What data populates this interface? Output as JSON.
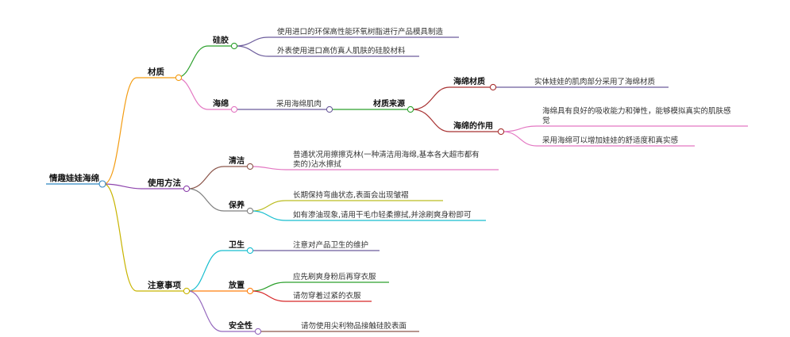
{
  "root": {
    "label": "情趣娃娃海绵"
  },
  "colors": {
    "root": "#2e86c1",
    "material": "#f39c12",
    "usage": "#8e44ad",
    "notes": "#c8b400",
    "silicone": "#2ca02c",
    "silicone_leaves": "#6c5c9c",
    "sponge": "#e377c2",
    "source": "#2ca02c",
    "source_children": "#a83232",
    "sponge_material_leaf": "#6c5c9c",
    "sponge_effect_leaves": "#e377c2",
    "clean": "#8c564b",
    "clean_leaf": "#e377c2",
    "care": "#7f7f7f",
    "care_leaf1": "#bcbd22",
    "care_leaf2": "#17becf",
    "hygiene": "#17becf",
    "hygiene_leaf": "#6c5c9c",
    "placement": "#ff7f0e",
    "placement_leaf1": "#2ca02c",
    "placement_leaf2": "#d62728",
    "safety": "#9467bd",
    "safety_leaf": "#8c564b"
  },
  "branches": {
    "material": {
      "label": "材质",
      "silicone": {
        "label": "硅胶",
        "leaves": [
          "使用进口的环保高性能环氧树脂进行产品模具制造",
          "外表使用进口高仿真人肌肤的硅胶材料"
        ]
      },
      "sponge": {
        "label": "海绵",
        "leaf": "采用海绵肌肉",
        "source": {
          "label": "材质来源",
          "sponge_material": {
            "label": "海绵材质",
            "leaf": "实体娃娃的肌肉部分采用了海绵材质"
          },
          "sponge_effect": {
            "label": "海绵的作用",
            "leaf1_line1": "海绵具有良好的吸收能力和弹性，能够模拟真实的肌肤感",
            "leaf1_line2": "觉",
            "leaf2": "采用海绵可以增加娃娃的舒适度和真实感"
          }
        }
      }
    },
    "usage": {
      "label": "使用方法",
      "clean": {
        "label": "清洁",
        "leaf_line1": "普通状况用擦擦克林(一种清洁用海绵,基本各大超市都有",
        "leaf_line2": "卖的)沾水擦拭"
      },
      "care": {
        "label": "保养",
        "leaves": [
          "长期保持弯曲状态,表面会出现皱褶",
          "如有渗油现象,请用干毛巾轻柔擦拭,并涂刷爽身粉即可"
        ]
      }
    },
    "notes": {
      "label": "注意事项",
      "hygiene": {
        "label": "卫生",
        "leaf": "注意对产品卫生的维护"
      },
      "placement": {
        "label": "放置",
        "leaves": [
          "应先刷爽身粉后再穿衣服",
          "请勿穿着过紧的衣服"
        ]
      },
      "safety": {
        "label": "安全性",
        "leaf": "请勿使用尖利物品接触硅胶表面"
      }
    }
  }
}
